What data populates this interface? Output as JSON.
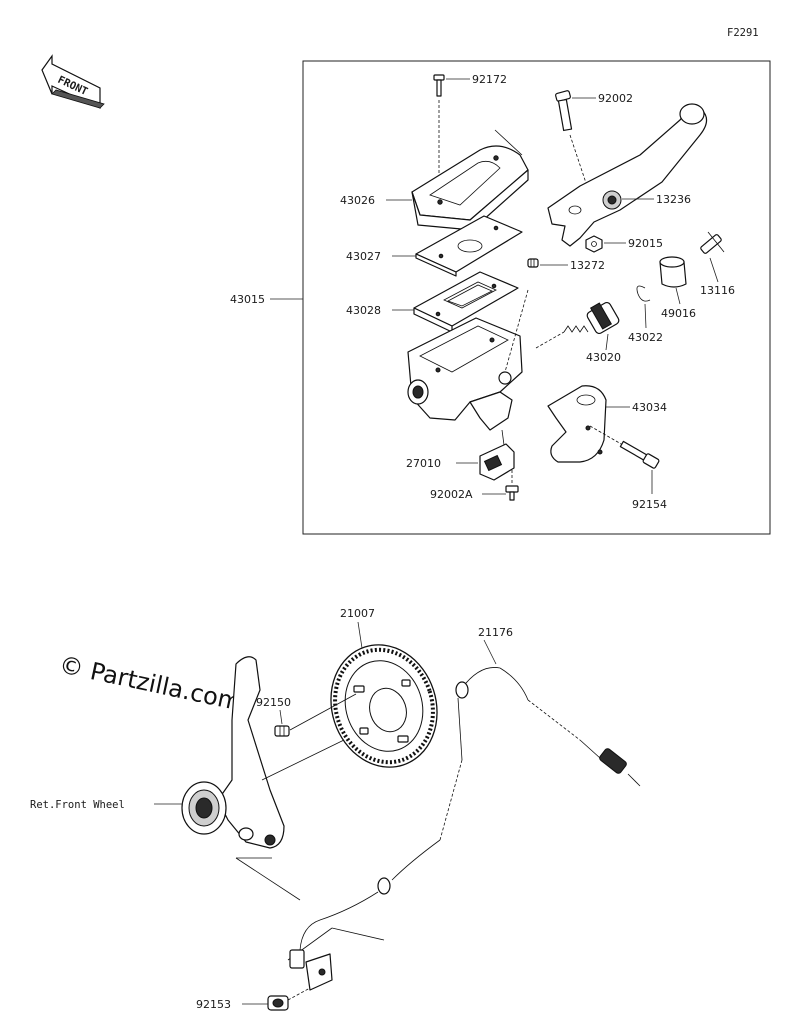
{
  "diagram_code": "F2291",
  "front_label": "FRONT",
  "watermark": "© Partzilla.com",
  "callouts": {
    "p92172": "92172",
    "p92002": "92002",
    "p13236": "13236",
    "p43026": "43026",
    "p92015": "92015",
    "p43027": "43027",
    "p13272": "13272",
    "p13116": "13116",
    "p43015": "43015",
    "p43028": "43028",
    "p49016": "49016",
    "p43022": "43022",
    "p43020": "43020",
    "p43034": "43034",
    "p27010": "27010",
    "p92002A": "92002A",
    "p92154": "92154",
    "p21007": "21007",
    "p21176": "21176",
    "p92150": "92150",
    "ref_front_wheel": "Ret.Front Wheel",
    "p92153": "92153"
  }
}
